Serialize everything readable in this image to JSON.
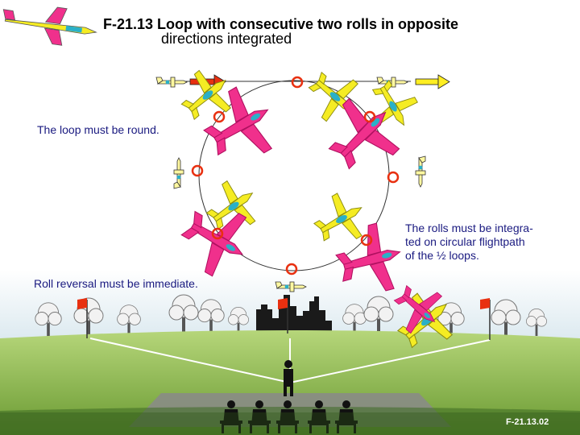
{
  "figure": {
    "title_line1": "F-21.13 Loop with consecutive two rolls in opposite",
    "title_line2": "directions integrated",
    "note_round": "The loop must be round.",
    "note_rolls_lines": [
      "The rolls must be integra-",
      "ted on circular flightpath",
      "of the ½ loops."
    ],
    "note_reversal": "Roll reversal must be immediate.",
    "figure_code": "F-21.13.02"
  },
  "colors": {
    "sky_top": "#ffffff",
    "sky_bottom": "#c9dde6",
    "grass": "#8fbf4a",
    "grass_dark": "#6f9e35",
    "loop_line": "#333333",
    "marker": "#e83010",
    "arrow": "#e83010",
    "arrow_exit": "#ffee22",
    "plane_magenta": "#f0308c",
    "plane_yellow": "#f5ec23",
    "plane_accent": "#2ab0c8",
    "flag": "#e83010"
  },
  "icons": [
    "airplane-logo-icon",
    "flag-icon",
    "castle-silhouette-icon",
    "judge-figure-icon",
    "tree-icon"
  ]
}
